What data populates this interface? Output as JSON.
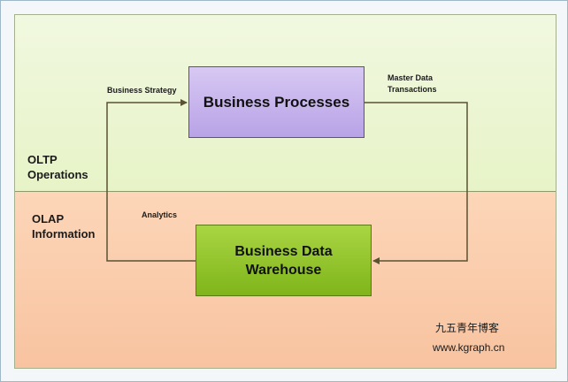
{
  "zones": {
    "oltp": {
      "line1": "OLTP",
      "line2": "Operations"
    },
    "olap": {
      "line1": "OLAP",
      "line2": "Information"
    }
  },
  "boxes": {
    "business_processes": "Business Processes",
    "data_warehouse": "Business Data Warehouse"
  },
  "flows": {
    "business_strategy": "Business Strategy",
    "master_data_line1": "Master Data",
    "master_data_line2": "Transactions",
    "analytics": "Analytics"
  },
  "watermark": {
    "line1": "九五青年博客",
    "line2": "www.kgraph.cn"
  },
  "colors": {
    "oltp_band": "#e7f3c7",
    "olap_band": "#f8c3a0",
    "process_box": "#b8a3e6",
    "warehouse_box": "#7fb51a",
    "arrow": "#5a5232"
  }
}
